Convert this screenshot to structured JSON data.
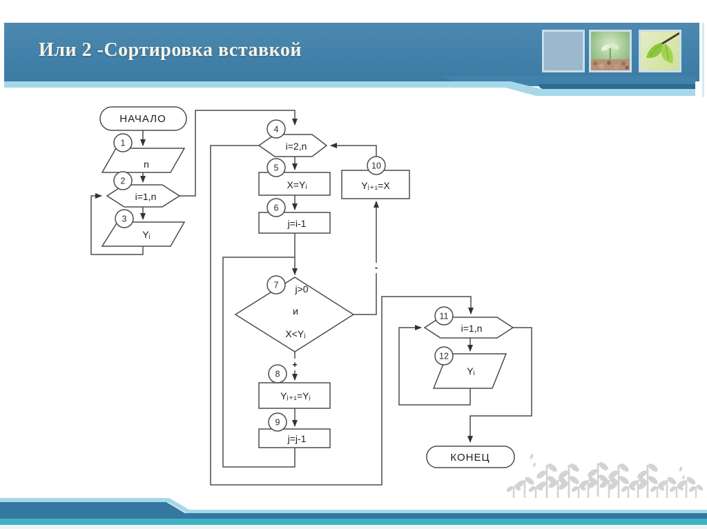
{
  "slide": {
    "title": "Или 2 -Сортировка вставкой"
  },
  "header": {
    "thumbnails": [
      {
        "name": "plain-blue-square"
      },
      {
        "name": "seedling-sprout-photo"
      },
      {
        "name": "green-leaves-photo"
      }
    ]
  },
  "flowchart": {
    "start_label": "НАЧАЛО",
    "end_label": "КОНЕЦ",
    "branch_plus": "+",
    "branch_minus": "-",
    "nodes": {
      "n1": {
        "num": "1",
        "label": "n"
      },
      "n2": {
        "num": "2",
        "label": "i=1,n"
      },
      "n3": {
        "num": "3",
        "label": "Yᵢ"
      },
      "n4": {
        "num": "4",
        "label": "i=2,n"
      },
      "n5": {
        "num": "5",
        "label": "X=Yᵢ"
      },
      "n6": {
        "num": "6",
        "label": "j=i-1"
      },
      "n7": {
        "num": "7",
        "lines": [
          "j>0",
          "и",
          "X<Yⱼ"
        ]
      },
      "n8": {
        "num": "8",
        "label": "Yⱼ₊₁=Yⱼ"
      },
      "n9": {
        "num": "9",
        "label": "j=j-1"
      },
      "n10": {
        "num": "10",
        "label": "Yⱼ₊₁=X"
      },
      "n11": {
        "num": "11",
        "label": "i=1,n"
      },
      "n12": {
        "num": "12",
        "label": "Yᵢ"
      }
    }
  },
  "colors": {
    "header_bar": "#4281A9",
    "hatch_teal": "#2F97B5",
    "light_strip": "#A6D8EA",
    "accent_navy": "#2D6B93",
    "bottom_dark": "#34789F",
    "bottom_teal": "#41B2C4",
    "wire": "#4A4A4A",
    "plant_gray": "#D3D3D3"
  }
}
